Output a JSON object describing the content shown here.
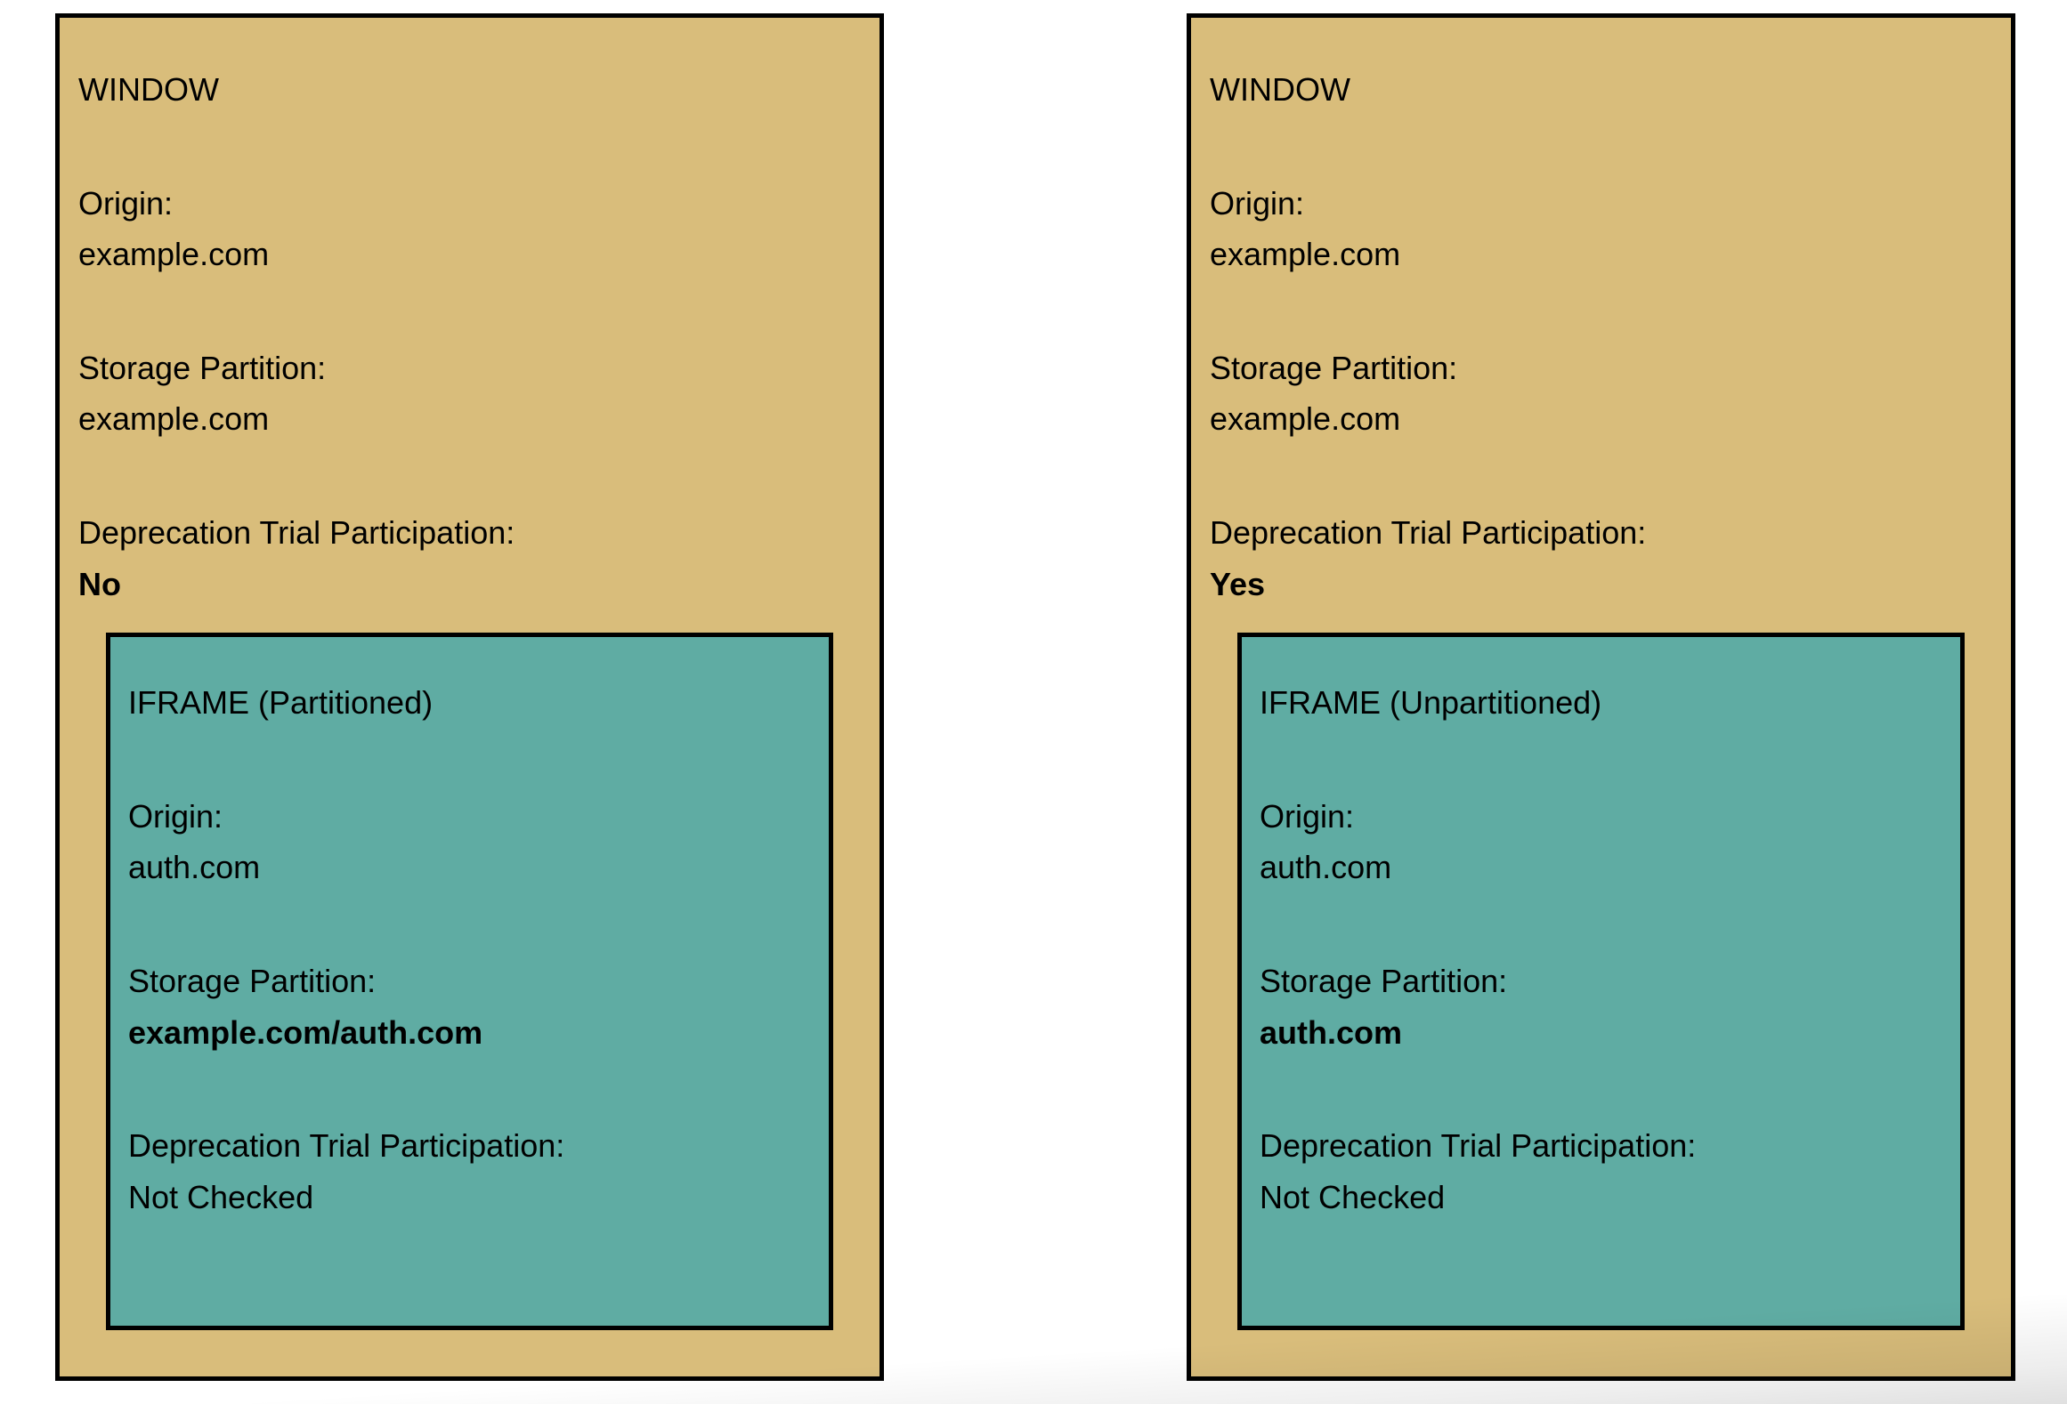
{
  "diagram": {
    "colors": {
      "window_fill": "#D9BD7B",
      "iframe_fill": "#5FACA3",
      "border": "#000000"
    },
    "windows": [
      {
        "title": "WINDOW",
        "fields": [
          {
            "label": "Origin:",
            "value": "example.com"
          },
          {
            "label": "Storage Partition:",
            "value": "example.com"
          },
          {
            "label": "Deprecation Trial Participation:",
            "value": "No"
          }
        ],
        "iframe": {
          "title": "IFRAME (Partitioned)",
          "fields": [
            {
              "label": "Origin:",
              "value": "auth.com"
            },
            {
              "label": "Storage Partition:",
              "value": "example.com/auth.com"
            },
            {
              "label": "Deprecation Trial Participation:",
              "value": "Not Checked"
            }
          ]
        }
      },
      {
        "title": "WINDOW",
        "fields": [
          {
            "label": "Origin:",
            "value": "example.com"
          },
          {
            "label": "Storage Partition:",
            "value": "example.com"
          },
          {
            "label": "Deprecation Trial Participation:",
            "value": "Yes"
          }
        ],
        "iframe": {
          "title": "IFRAME (Unpartitioned)",
          "fields": [
            {
              "label": "Origin:",
              "value": "auth.com"
            },
            {
              "label": "Storage Partition:",
              "value": "auth.com"
            },
            {
              "label": "Deprecation Trial Participation:",
              "value": "Not Checked"
            }
          ]
        }
      }
    ]
  }
}
